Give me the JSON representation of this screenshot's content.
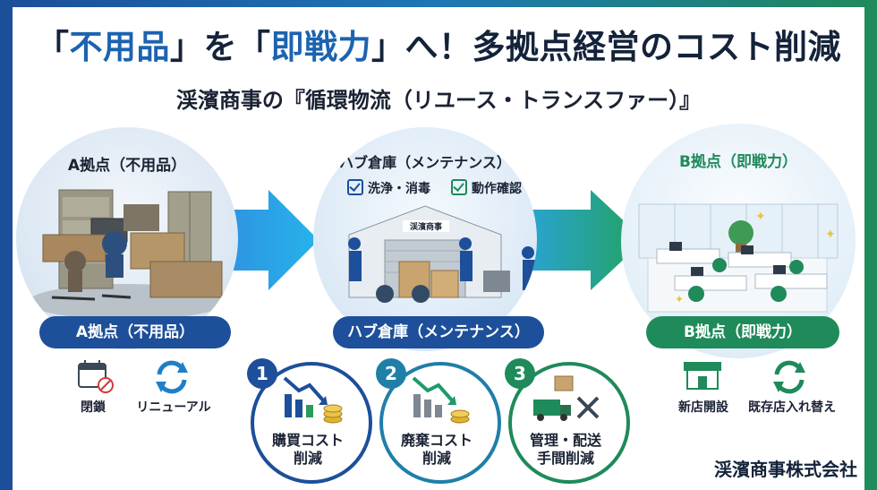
{
  "title": {
    "open1": "「",
    "highlight1": "不用品",
    "close1": "」を",
    "open2": "「",
    "highlight2": "即戦力",
    "close2": "」へ！多拠点経営のコスト削減"
  },
  "subtitle": "渓濱商事の『循環物流（リユース・トランスファー）』",
  "nodes": {
    "a": {
      "title": "A拠点（不用品）",
      "pill": "A拠点（不用品）"
    },
    "hub": {
      "title": "ハブ倉庫（メンテナンス）",
      "pill": "ハブ倉庫（メンテナンス）",
      "checks": [
        "洗浄・消毒",
        "動作確認"
      ],
      "sign": "渓濱商事"
    },
    "b": {
      "title": "B拠点（即戦力）",
      "pill": "B拠点（即戦力）"
    }
  },
  "a_actions": [
    {
      "label": "閉鎖",
      "icon": "calendar-closed-icon"
    },
    {
      "label": "リニューアル",
      "icon": "refresh-icon"
    }
  ],
  "benefits": [
    {
      "number": "1",
      "line1": "購買コスト",
      "line2": "削減",
      "icon": "chart-down-coins-icon"
    },
    {
      "number": "2",
      "line1": "廃棄コスト",
      "line2": "削減",
      "icon": "chart-down-coins-icon"
    },
    {
      "number": "3",
      "line1": "管理・配送",
      "line2": "手間削減",
      "icon": "truck-tools-icon"
    }
  ],
  "b_actions": [
    {
      "label": "新店開設",
      "icon": "store-icon"
    },
    {
      "label": "既存店入れ替え",
      "icon": "refresh-icon"
    }
  ],
  "company": "渓濱商事株式会社",
  "colors": {
    "blue": "#1d4f9a",
    "green": "#1f8a5a",
    "teal": "#1f7fa8"
  }
}
